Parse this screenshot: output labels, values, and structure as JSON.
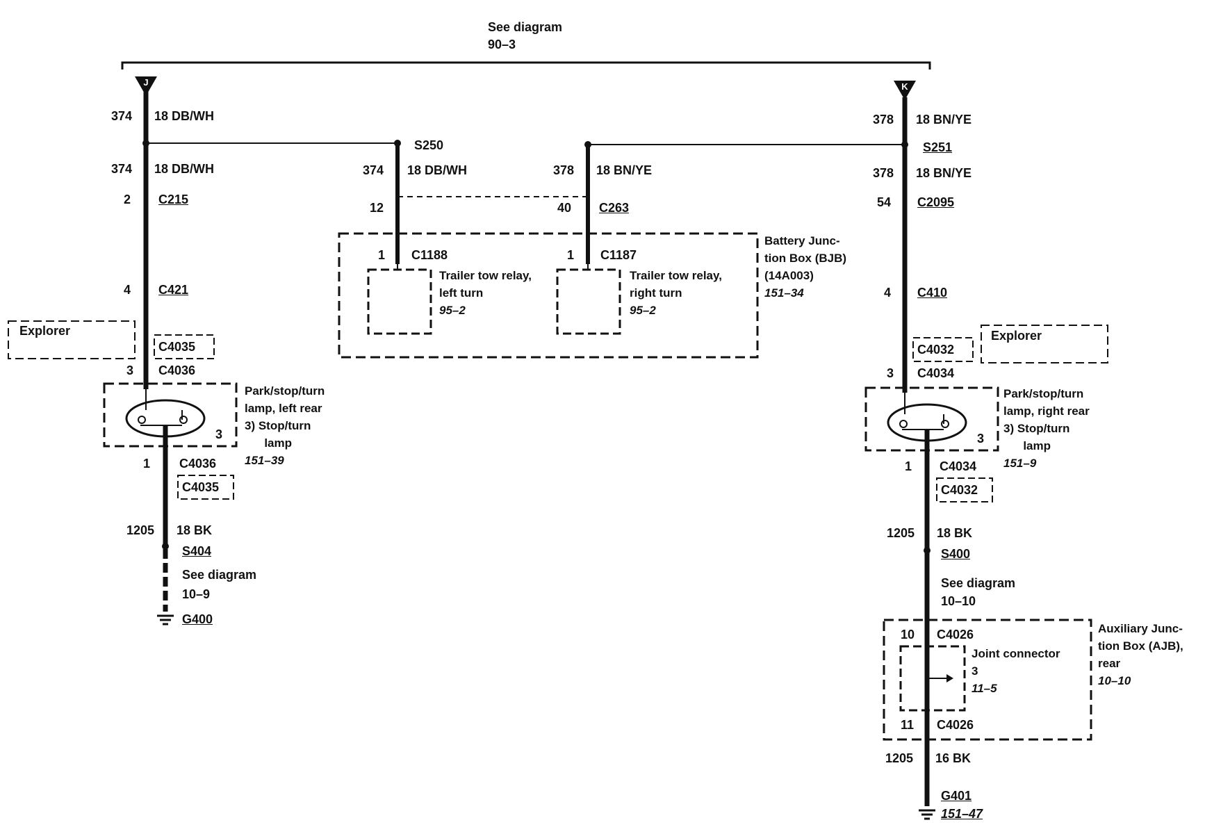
{
  "top": {
    "see": "See diagram",
    "ref": "90–3"
  },
  "connectors": {
    "left": "J",
    "right": "K"
  },
  "left_col": {
    "w1_circuit": "374",
    "w1_gauge": "18 DB/WH",
    "w2_circuit": "374",
    "w2_gauge": "18 DB/WH",
    "c215_pin": "2",
    "c215": "C215",
    "c421_pin": "4",
    "c421": "C421",
    "explorer": "Explorer",
    "c4035_top": "C4035",
    "c4036_pin_top": "3",
    "c4036_top": "C4036",
    "lamp": [
      "Park/stop/turn",
      "lamp, left rear",
      "3)   Stop/turn",
      "      lamp"
    ],
    "lamp_ref": "151–39",
    "lamp_pin": "3",
    "c4036_pin_bot": "1",
    "c4036_bot": "C4036",
    "c4035_bot": "C4035",
    "gnd_circuit": "1205",
    "gnd_gauge": "18 BK",
    "splice": "S404",
    "see": "See diagram",
    "see_ref": "10–9",
    "ground": "G400"
  },
  "right_col": {
    "w1_circuit": "378",
    "w1_gauge": "18 BN/YE",
    "splice_top": "S251",
    "w2_circuit": "378",
    "w2_gauge": "18 BN/YE",
    "c2095_pin": "54",
    "c2095": "C2095",
    "c410_pin": "4",
    "c410": "C410",
    "explorer": "Explorer",
    "c4032_top": "C4032",
    "c4034_pin_top": "3",
    "c4034_top": "C4034",
    "lamp": [
      "Park/stop/turn",
      "lamp, right rear",
      "3)   Stop/turn",
      "      lamp"
    ],
    "lamp_ref": "151–9",
    "lamp_pin": "3",
    "c4034_pin_bot": "1",
    "c4034_bot": "C4034",
    "c4032_bot": "C4032",
    "gnd_circuit": "1205",
    "gnd_gauge": "18 BK",
    "splice": "S400",
    "see": "See diagram",
    "see_ref": "10–10",
    "c4026_pin_top": "10",
    "c4026_top": "C4026",
    "joint": [
      "Joint connector",
      "3"
    ],
    "joint_ref": "11–5",
    "c4026_pin_bot": "11",
    "c4026_bot": "C4026",
    "ajb": [
      "Auxiliary Junc-",
      "tion Box (AJB),",
      "rear"
    ],
    "ajb_ref": "10–10",
    "gnd2_circuit": "1205",
    "gnd2_gauge": "16 BK",
    "ground": "G401",
    "ground_ref": "151–47"
  },
  "center": {
    "s250": "S250",
    "l_circuit": "374",
    "l_gauge": "18 DB/WH",
    "r_circuit": "378",
    "r_gauge": "18 BN/YE",
    "c263_pin_l": "12",
    "c263_pin_r": "40",
    "c263": "C263",
    "c1188_pin": "1",
    "c1188": "C1188",
    "c1187_pin": "1",
    "c1187": "C1187",
    "relay_left": [
      "Trailer tow relay,",
      "left turn"
    ],
    "relay_left_ref": "95–2",
    "relay_right": [
      "Trailer tow relay,",
      "right turn"
    ],
    "relay_right_ref": "95–2",
    "bjb": [
      "Battery Junc-",
      "tion Box (BJB)",
      "(14A003)"
    ],
    "bjb_ref": "151–34"
  }
}
